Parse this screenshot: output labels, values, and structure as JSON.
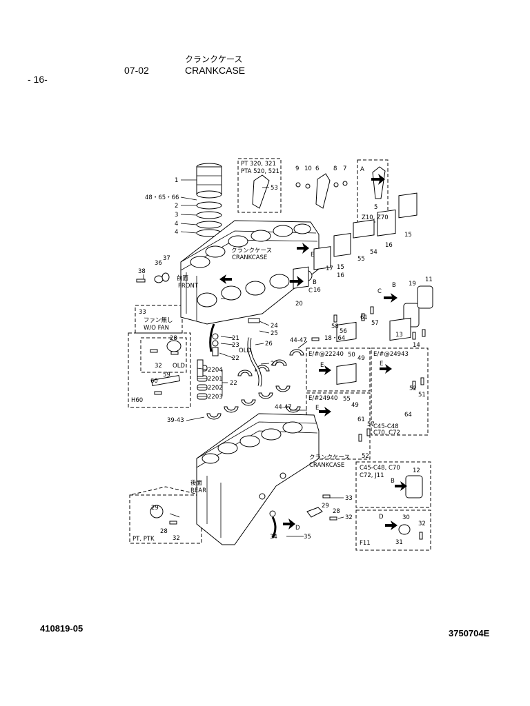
{
  "header": {
    "page_number": "- 16-",
    "section_code": "07-02",
    "title_jp": "クランクケース",
    "title_en": "CRANKCASE"
  },
  "footer": {
    "left_code": "410819-05",
    "right_code": "3750704E"
  },
  "diagram": {
    "boxes": {
      "pt_label_1": "PT 320, 321",
      "pt_label_2": "PTA 520, 521",
      "a_box_label": "A",
      "a_box_models": "Z10, Z70",
      "fan_box_num": "33",
      "fan_box_jp": "ファン無し",
      "fan_box_en": "W/O FAN",
      "h60_label": "H60",
      "old_label": "OLD",
      "old_label_small": "OLD",
      "e22240_label": "E/#@22240",
      "e24943_label": "E/#@24943",
      "e24940_label": "E/#24940",
      "c45_label_1": "C45-C48",
      "c45_label_2": "C70, C72",
      "c45b_label_1": "C45-C48, C70",
      "c45b_label_2": "C72, J11",
      "f11_label": "F11",
      "pt_ptk_label": "PT, PTK"
    },
    "callouts": {
      "front_jp": "前面",
      "front_en": "FRONT",
      "rear_jp": "後面",
      "rear_en": "REAR",
      "crankcase_jp_1": "クランクケース",
      "crankcase_en_1": "CRANKCASE",
      "crankcase_jp_2": "クランクケース",
      "crankcase_en_2": "CRANKCASE"
    },
    "part_numbers": [
      "1",
      "48・65・66",
      "2",
      "3",
      "4",
      "4",
      "53",
      "9",
      "10",
      "6",
      "8",
      "7",
      "5",
      "38",
      "36",
      "37",
      "33",
      "21",
      "23",
      "22",
      "24",
      "25",
      "26",
      "27",
      "18・64",
      "44-47",
      "28",
      "32",
      "59",
      "60",
      "2204",
      "2201",
      "2202",
      "2203",
      "22",
      "39-43",
      "44-47",
      "20",
      "58",
      "56",
      "55",
      "54",
      "17",
      "15",
      "16",
      "16",
      "16",
      "15",
      "19",
      "11",
      "61",
      "57",
      "13",
      "14",
      "50",
      "49",
      "52",
      "51",
      "55",
      "49",
      "61",
      "57",
      "52",
      "64",
      "12",
      "29",
      "28",
      "32",
      "33",
      "29",
      "28",
      "32",
      "34",
      "35",
      "30",
      "31",
      "32"
    ],
    "arrow_letters": [
      "A",
      "E",
      "B",
      "C",
      "B",
      "C",
      "E",
      "E",
      "E",
      "D",
      "B",
      "D"
    ]
  }
}
